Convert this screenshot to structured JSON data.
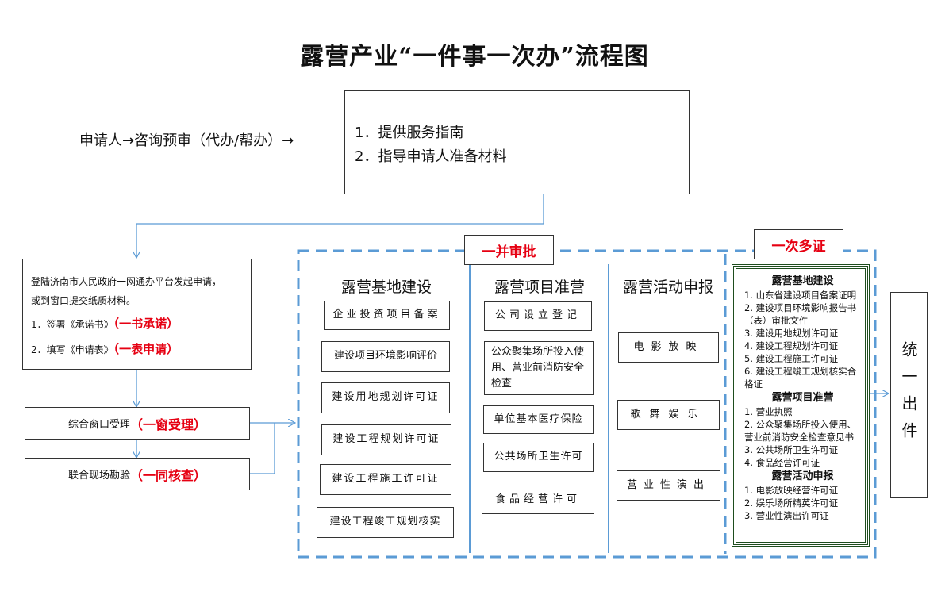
{
  "title": "露营产业“一件事一次办”流程图",
  "applicant_line": "申请人→咨询预审（代办/帮办）→",
  "guide_box": [
    "1．提供服务指南",
    "2．指导申请人准备材料"
  ],
  "apply_box": {
    "line1": "登陆济南市人民政府一网通办平台发起申请，",
    "line2": "或到窗口提交纸质材料。",
    "item1_text": "1．签署《承诺书》",
    "item1_tag": "（一书承诺）",
    "item2_text": "2．填写《申请表》",
    "item2_tag": "（一表申请）"
  },
  "window_box": {
    "text": "综合窗口受理",
    "tag": "（一窗受理）"
  },
  "survey_box": {
    "text": "联合现场勘验",
    "tag": "（一同核查）"
  },
  "approval_tag": "一并审批",
  "certs_tag": "一次多证",
  "columns": {
    "base": {
      "heading": "露营基地建设",
      "items": [
        "企业投资项目备案",
        "建设项目环境影响评价",
        "建设用地规划许可证",
        "建设工程规划许可证",
        "建设工程施工许可证",
        "建设工程竣工规划核实"
      ]
    },
    "project": {
      "heading": "露营项目准营",
      "items": [
        "公司设立登记",
        "公众聚集场所投入使用、营业前消防安全检查",
        "单位基本医疗保险",
        "公共场所卫生许可",
        "食品经营许可"
      ]
    },
    "activity": {
      "heading": "露营活动申报",
      "items": [
        "电影放映",
        "歌舞娱乐",
        "营业性演出"
      ]
    }
  },
  "certs": {
    "base_heading": "露营基地建设",
    "base_items": [
      "1. 山东省建设项目备案证明",
      "2. 建设项目环境影响报告书（表）审批文件",
      "3. 建设用地规划许可证",
      "4. 建设工程规划许可证",
      "5. 建设工程施工许可证",
      "6. 建设工程竣工规划核实合格证"
    ],
    "project_heading": "露营项目准营",
    "project_items": [
      "1. 营业执照",
      "2. 公众聚集场所投入使用、营业前消防安全检查意见书",
      "3. 公共场所卫生许可证",
      "4. 食品经营许可证"
    ],
    "activity_heading": "露营活动申报",
    "activity_items": [
      "1. 电影放映经营许可证",
      "2. 娱乐场所精英许可证",
      "3. 营业性演出许可证"
    ]
  },
  "output_box": "统一出件",
  "colors": {
    "accent_blue": "#5b9bd5",
    "tag_red": "#e60012",
    "frame_green": "#1e4d1e"
  }
}
